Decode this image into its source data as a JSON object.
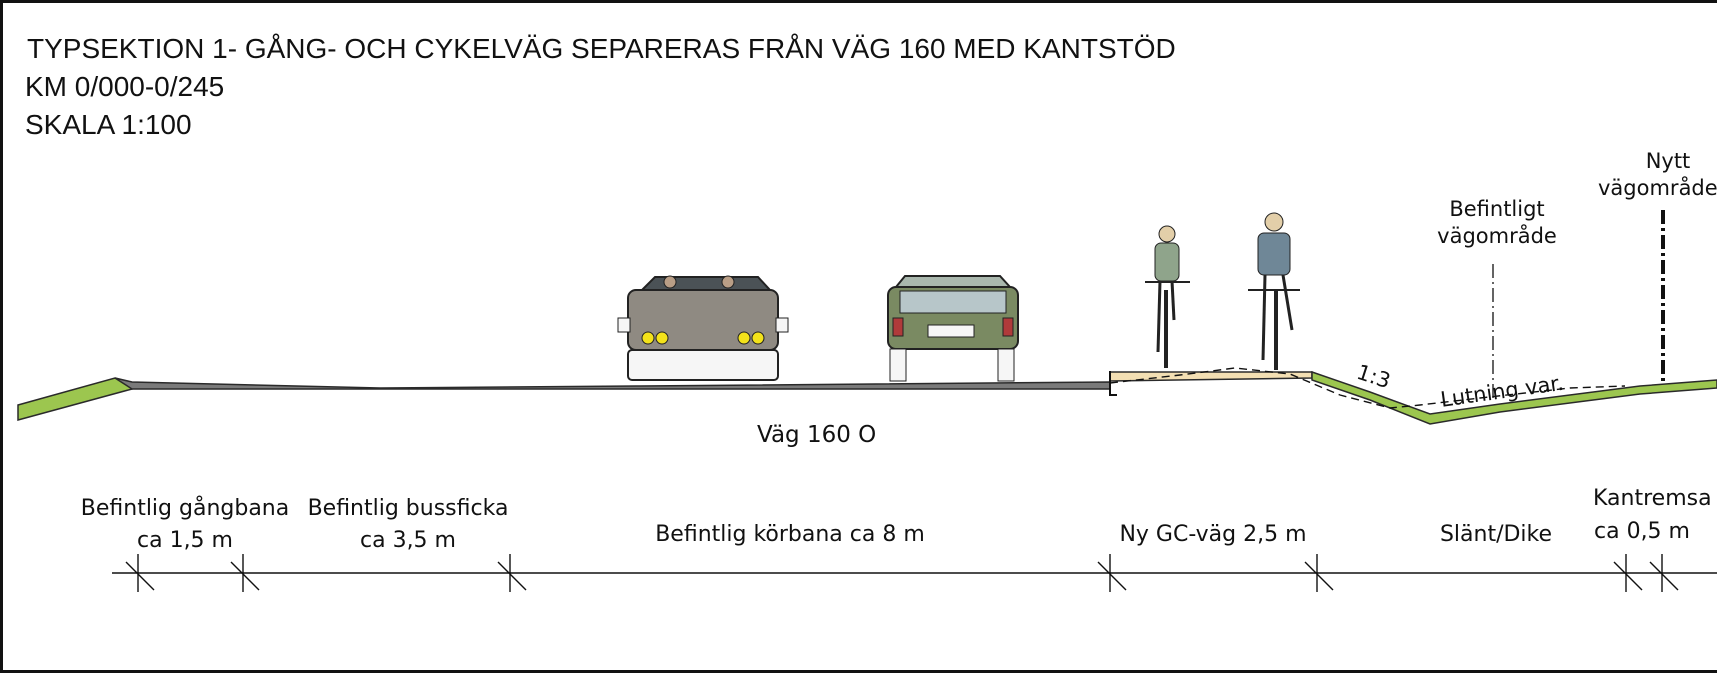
{
  "header": {
    "title": "TYPSEKTION 1- GÅNG- OCH CYKELVÄG SEPARERAS FRÅN VÄG 160 MED KANTSTÖD",
    "km": "KM 0/000-0/245",
    "scale": "SKALA 1:100"
  },
  "road": {
    "name": "Väg 160 O",
    "slope_label": "1:3",
    "grade_label": "Lutning var."
  },
  "boundaries": {
    "existing_line1": "Befintligt",
    "existing_line2": "vägområde",
    "new_line1": "Nytt",
    "new_line2": "vägområde"
  },
  "dimensions": [
    {
      "line1": "Befintlig gångbana",
      "line2": "ca 1,5 m"
    },
    {
      "line1": "Befintlig bussficka",
      "line2": "ca 3,5 m"
    },
    {
      "line1": "",
      "line2": "Befintlig körbana ca 8 m"
    },
    {
      "line1": "",
      "line2": "Ny GC-väg 2,5 m"
    },
    {
      "line1": "",
      "line2": "Slänt/Dike"
    },
    {
      "line1": "Kantremsa",
      "line2": "ca 0,5 m"
    }
  ],
  "colors": {
    "grass": "#9cc64f",
    "asphalt": "#7a7a7a",
    "gc_path": "#f3dfb3",
    "car1_body": "#8f8a82",
    "car2_body": "#7a8a62",
    "headlight": "#f3e21a",
    "taillight": "#b03a3a"
  }
}
